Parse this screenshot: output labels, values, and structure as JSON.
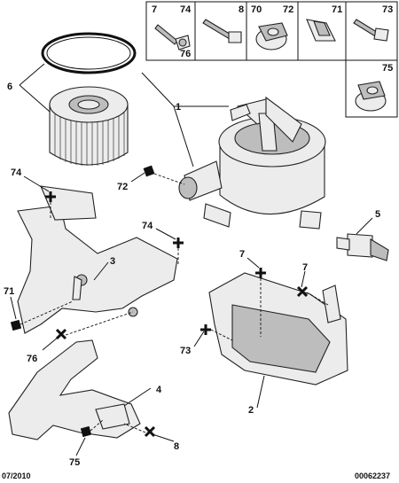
{
  "callouts": {
    "c1": "1",
    "c2": "2",
    "c3": "3",
    "c4": "4",
    "c5": "5",
    "c6": "6",
    "c7a": "7",
    "c7b": "7",
    "c8": "8",
    "c71": "71",
    "c72": "72",
    "c73": "73",
    "c74a": "74",
    "c74b": "74",
    "c75": "75",
    "c76": "76"
  },
  "panel": {
    "p7": "7",
    "p74": "74",
    "p76": "76",
    "p8": "8",
    "p70": "70",
    "p72": "72",
    "p71": "71",
    "p73": "73",
    "p75": "75"
  },
  "footer": {
    "date": "07/2010",
    "ref": "00062237"
  }
}
